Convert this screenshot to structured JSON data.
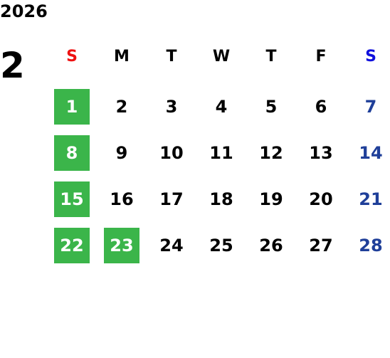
{
  "calendar": {
    "year": "2026",
    "month": "2",
    "weekdays": [
      {
        "label": "S",
        "color": "#ee1111"
      },
      {
        "label": "M",
        "color": "#000000"
      },
      {
        "label": "T",
        "color": "#000000"
      },
      {
        "label": "W",
        "color": "#000000"
      },
      {
        "label": "T",
        "color": "#000000"
      },
      {
        "label": "F",
        "color": "#000000"
      },
      {
        "label": "S",
        "color": "#1010dd"
      }
    ],
    "weeks": [
      [
        {
          "day": "1",
          "highlighted": true
        },
        {
          "day": "2",
          "highlighted": false
        },
        {
          "day": "3",
          "highlighted": false
        },
        {
          "day": "4",
          "highlighted": false
        },
        {
          "day": "5",
          "highlighted": false
        },
        {
          "day": "6",
          "highlighted": false
        },
        {
          "day": "7",
          "highlighted": false
        }
      ],
      [
        {
          "day": "8",
          "highlighted": true
        },
        {
          "day": "9",
          "highlighted": false
        },
        {
          "day": "10",
          "highlighted": false
        },
        {
          "day": "11",
          "highlighted": false
        },
        {
          "day": "12",
          "highlighted": false
        },
        {
          "day": "13",
          "highlighted": false
        },
        {
          "day": "14",
          "highlighted": false
        }
      ],
      [
        {
          "day": "15",
          "highlighted": true
        },
        {
          "day": "16",
          "highlighted": false
        },
        {
          "day": "17",
          "highlighted": false
        },
        {
          "day": "18",
          "highlighted": false
        },
        {
          "day": "19",
          "highlighted": false
        },
        {
          "day": "20",
          "highlighted": false
        },
        {
          "day": "21",
          "highlighted": false
        }
      ],
      [
        {
          "day": "22",
          "highlighted": true
        },
        {
          "day": "23",
          "highlighted": true
        },
        {
          "day": "24",
          "highlighted": false
        },
        {
          "day": "25",
          "highlighted": false
        },
        {
          "day": "26",
          "highlighted": false
        },
        {
          "day": "27",
          "highlighted": false
        },
        {
          "day": "28",
          "highlighted": false
        }
      ]
    ],
    "colors": {
      "highlight_bg": "#3bb54a",
      "highlight_text": "#ffffff",
      "weekday_text": "#000000",
      "saturday_date": "#1f3f99"
    }
  }
}
